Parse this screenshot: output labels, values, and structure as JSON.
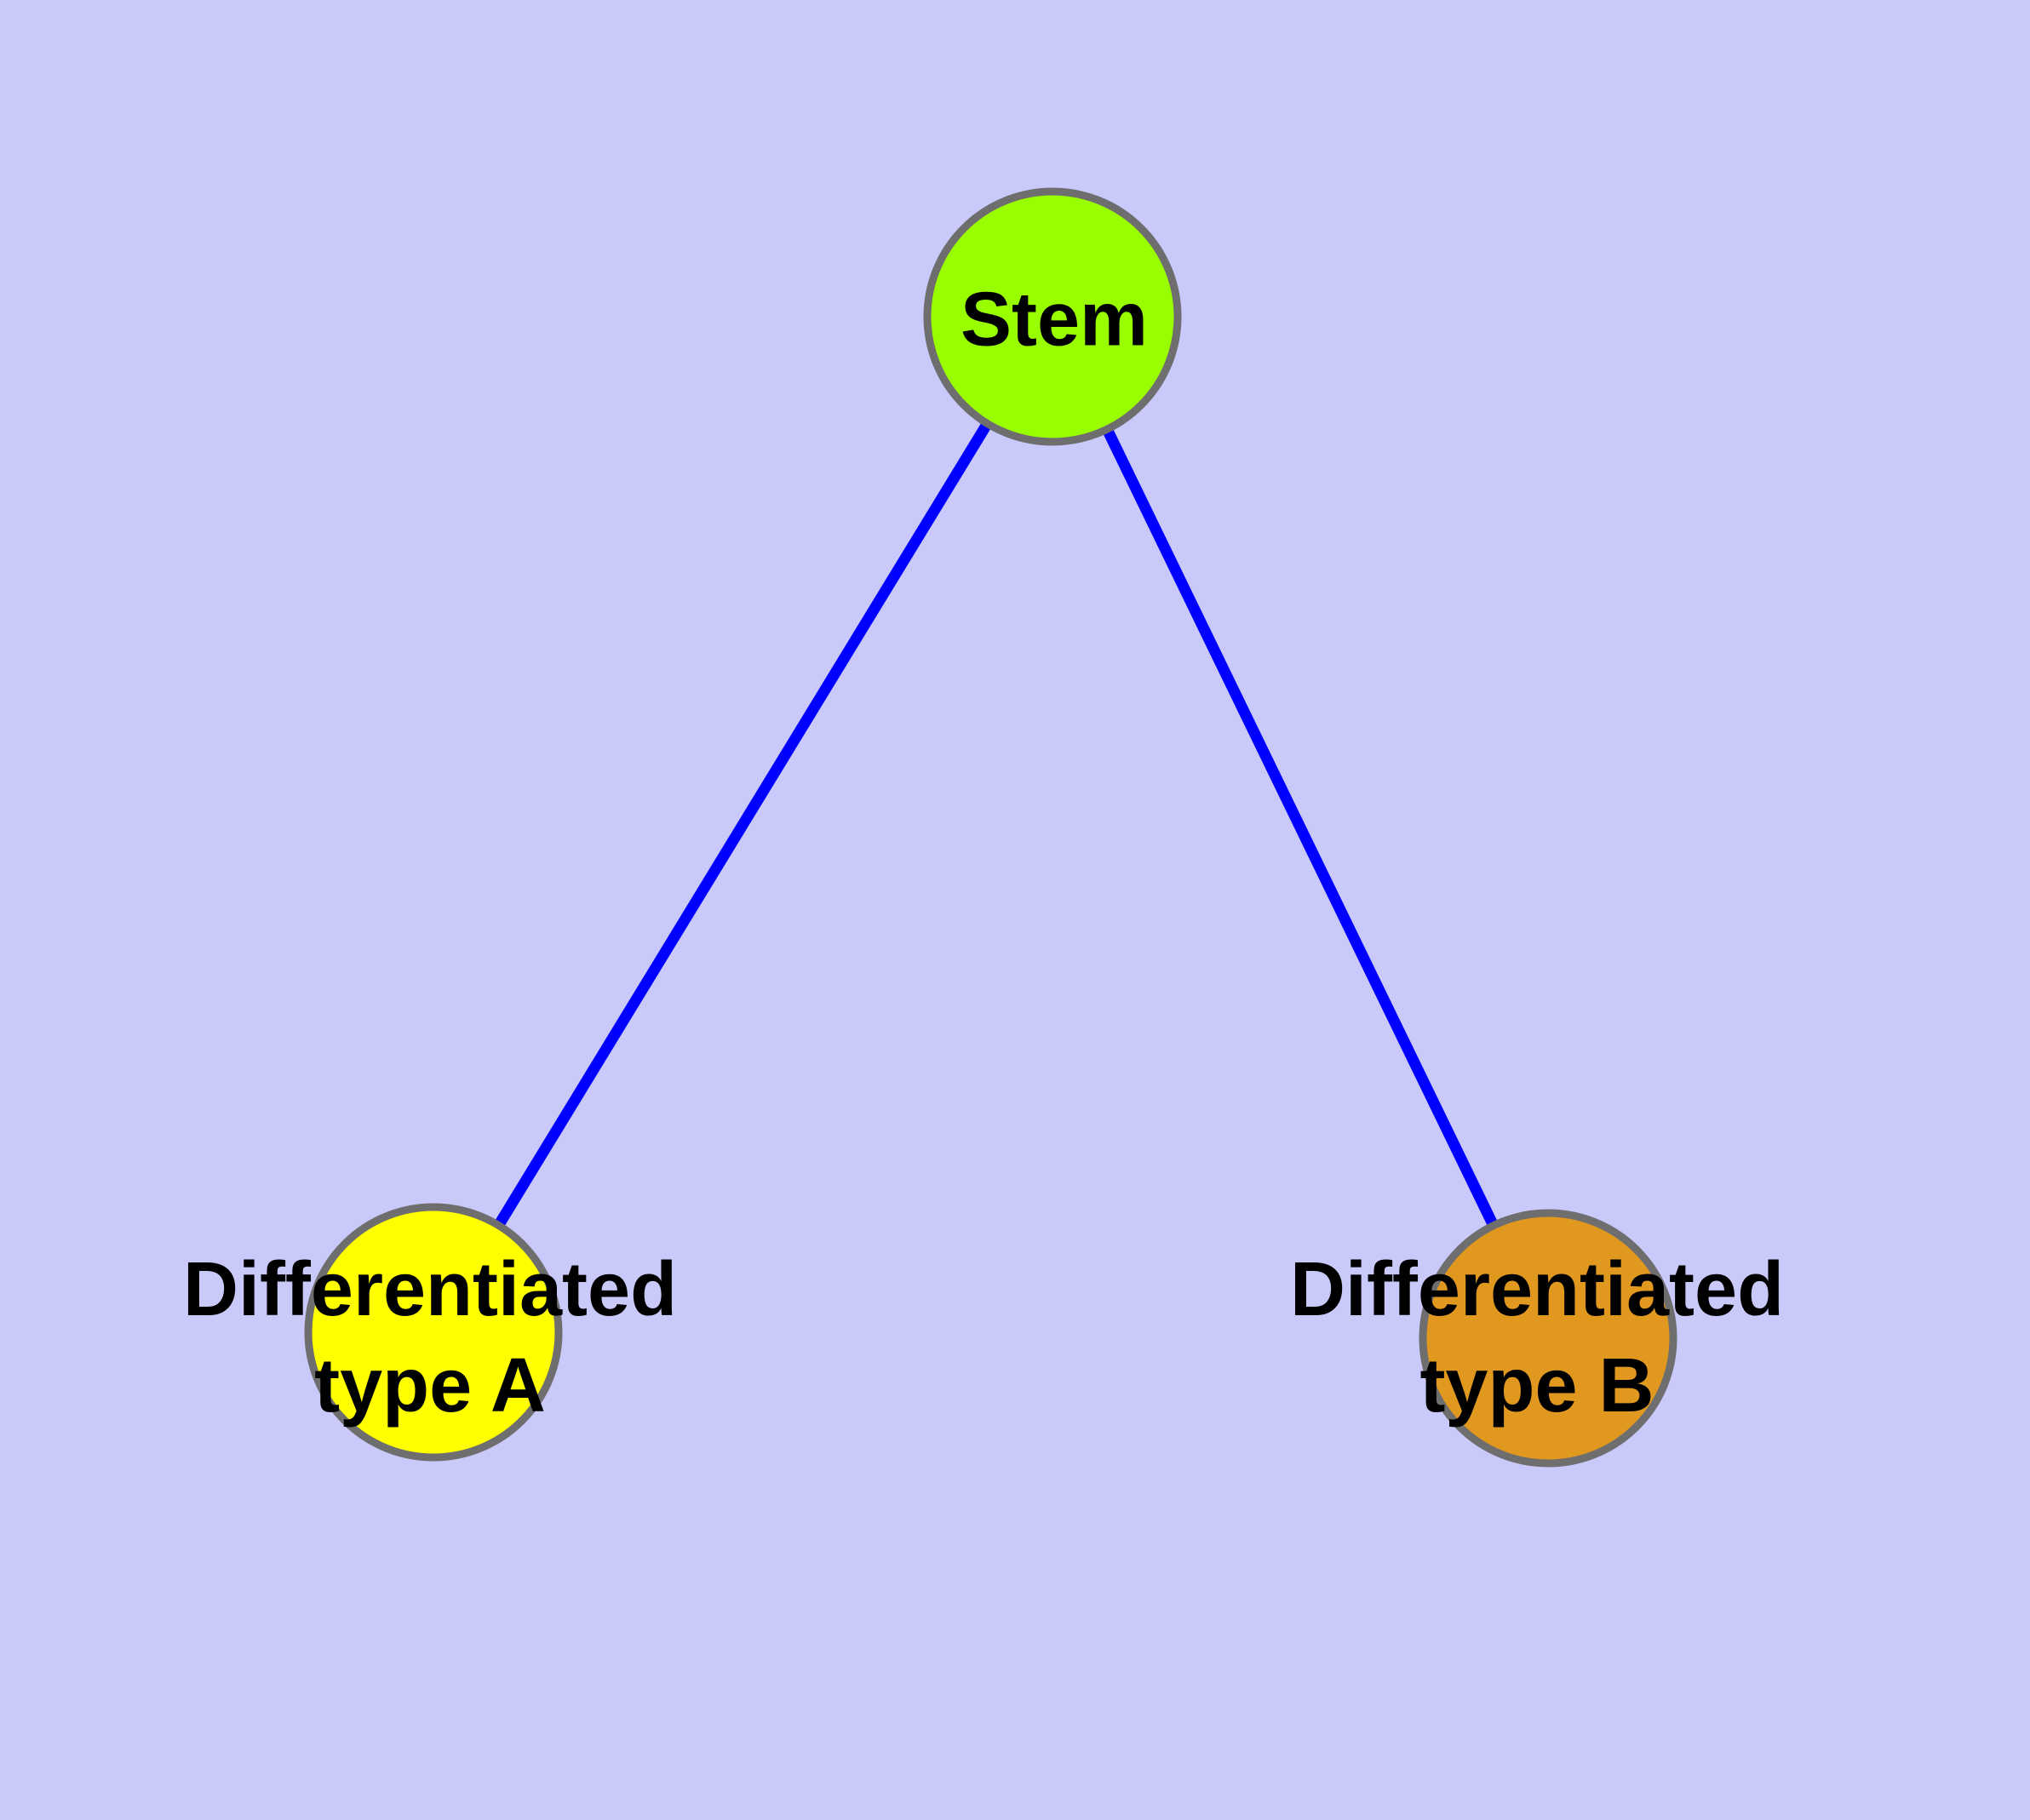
{
  "diagram": {
    "type": "node-link-graph",
    "background_color": "#C9C9FA",
    "edge_color": "#0000FF",
    "node_border_color": "#6E6E6E",
    "label_color": "#000000",
    "nodes": [
      {
        "id": "stem",
        "label": "Stem",
        "color": "#99FF00"
      },
      {
        "id": "differentiated-type-a",
        "label_line1": "Differentiated",
        "label_line2": "type A",
        "color": "#FFFF00"
      },
      {
        "id": "differentiated-type-b",
        "label_line1": "Differentiated",
        "label_line2": "type B",
        "color": "#E0981F"
      }
    ],
    "edges": [
      {
        "from": "stem",
        "to": "differentiated-type-a"
      },
      {
        "from": "stem",
        "to": "differentiated-type-b"
      }
    ]
  }
}
